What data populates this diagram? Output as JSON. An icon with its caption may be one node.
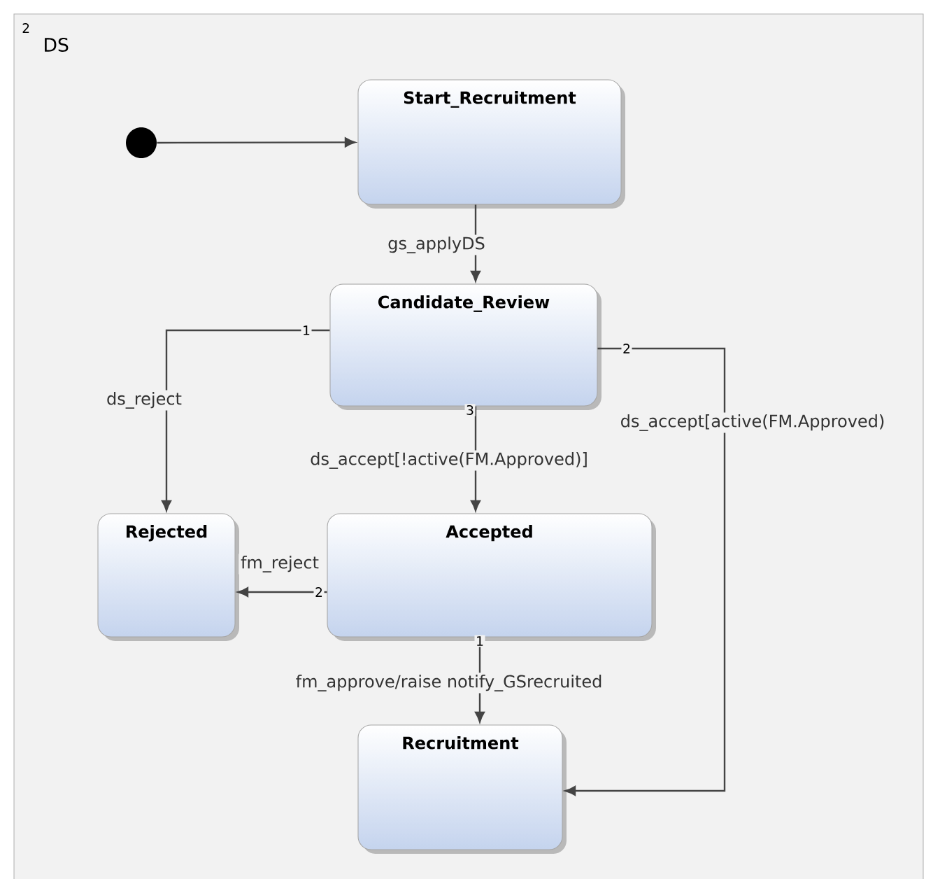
{
  "diagram": {
    "nodes": [
      {
        "text": [
          "DS"
        ],
        "beside": [
          "2"
        ]
      },
      {
        "text": [],
        "shape": "circle",
        "in": 0
      },
      {
        "text": [
          "Start_Recruitment"
        ],
        "in": 0
      },
      {
        "text": [
          "Candidate_Review"
        ],
        "in": 0
      },
      {
        "text": [
          "Rejected"
        ],
        "in": 0
      },
      {
        "text": [
          "Accepted"
        ],
        "in": 0
      },
      {
        "text": [
          "Recruitment"
        ],
        "in": 0
      }
    ],
    "edges": [
      {
        "from": 1,
        "to": 2,
        "arrow": "to"
      },
      {
        "from": 2,
        "to": 3,
        "arrow": "to",
        "label": "gs_applyDS"
      },
      {
        "from": 3,
        "to": 4,
        "arrow": "to",
        "label": "ds_reject"
      },
      {
        "from": 3,
        "to": 6,
        "arrow": "to",
        "label": "ds_accept[active(FM.Approved)"
      },
      {
        "from": 3,
        "to": 5,
        "arrow": "to",
        "label": "ds_accept[!active(FM.Approved)]"
      },
      {
        "from": 5,
        "to": 4,
        "arrow": "to",
        "label": "fm_reject"
      },
      {
        "from": 5,
        "to": 6,
        "arrow": "to",
        "label": "fm_approve/raise notify_GSrecruited"
      }
    ],
    "labels": [
      "1",
      "2",
      "3",
      "2",
      "1"
    ]
  }
}
